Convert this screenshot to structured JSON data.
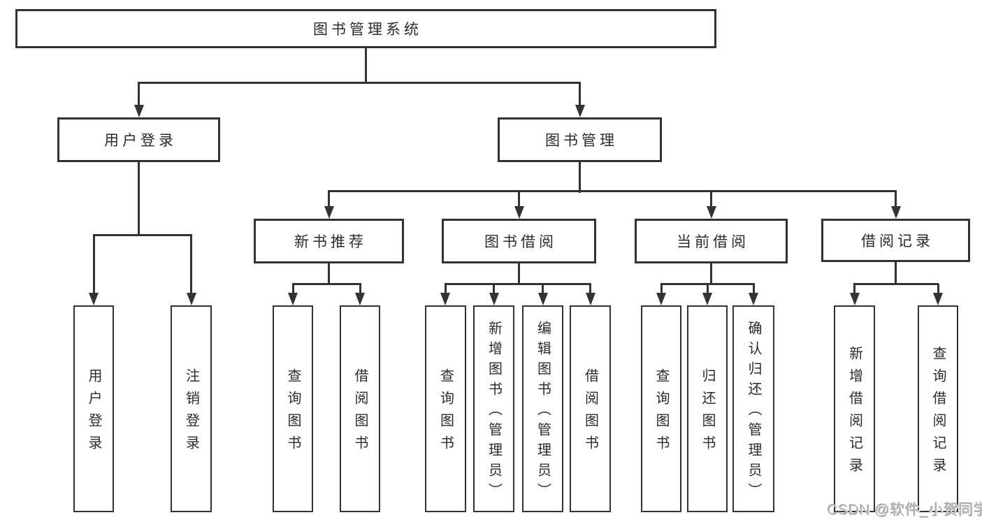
{
  "diagram": {
    "title": "图书管理系统",
    "user_login": {
      "label": "用户登录",
      "children": [
        "用户登录",
        "注销登录"
      ]
    },
    "book_management": {
      "label": "图书管理",
      "modules": {
        "new_books": {
          "label": "新书推荐",
          "children": [
            "查询图书",
            "借阅图书"
          ]
        },
        "borrowing": {
          "label": "图书借阅",
          "children": [
            "查询图书",
            "新增图书（管理员）",
            "编辑图书（管理员）",
            "借阅图书"
          ]
        },
        "current": {
          "label": "当前借阅",
          "children": [
            "查询图书",
            "归还图书",
            "确认归还（管理员）"
          ]
        },
        "records": {
          "label": "借阅记录",
          "children": [
            "新增借阅记录",
            "查询借阅记录"
          ]
        }
      }
    }
  },
  "watermark": {
    "text": "CSDN @软件_小贺同学"
  },
  "colors": {
    "line": "#333333",
    "text": "#2b2b2b",
    "background": "#ffffff",
    "watermark": "#bdbdbd"
  }
}
